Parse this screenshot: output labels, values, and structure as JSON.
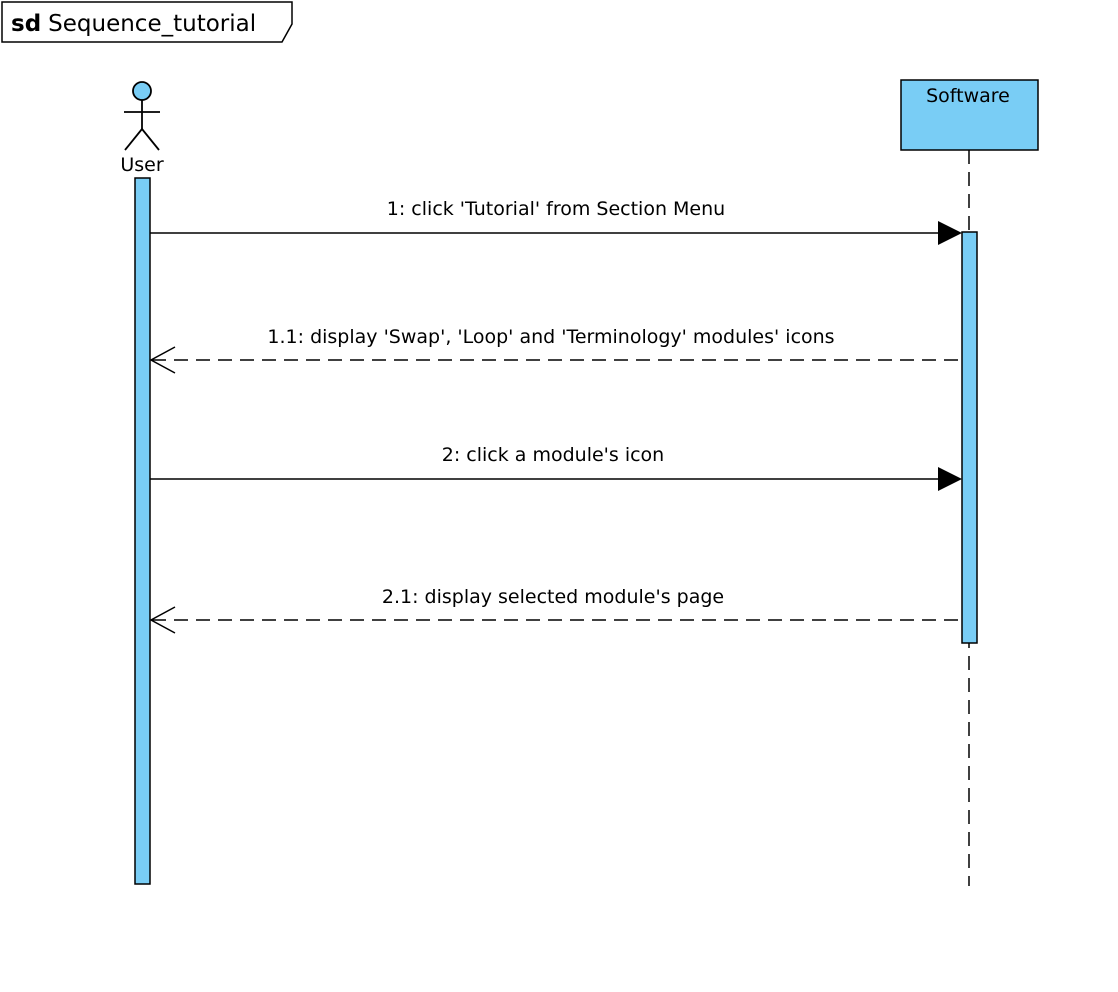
{
  "frame": {
    "keyword": "sd",
    "name": "Sequence_tutorial"
  },
  "participants": {
    "user": {
      "label": "User",
      "kind": "actor"
    },
    "software": {
      "label": "Software",
      "kind": "object"
    }
  },
  "messages": [
    {
      "label": "1: click 'Tutorial' from Section Menu",
      "from": "user",
      "to": "software",
      "style": "synchronous"
    },
    {
      "label": "1.1: display 'Swap', 'Loop' and 'Terminology' modules' icons",
      "from": "software",
      "to": "user",
      "style": "reply"
    },
    {
      "label": "2: click a module's icon",
      "from": "user",
      "to": "software",
      "style": "synchronous"
    },
    {
      "label": "2.1: display selected module's page",
      "from": "software",
      "to": "user",
      "style": "reply"
    }
  ],
  "colors": {
    "participant_fill": "#79CDF5",
    "line": "#000000",
    "background": "#FFFFFF"
  }
}
